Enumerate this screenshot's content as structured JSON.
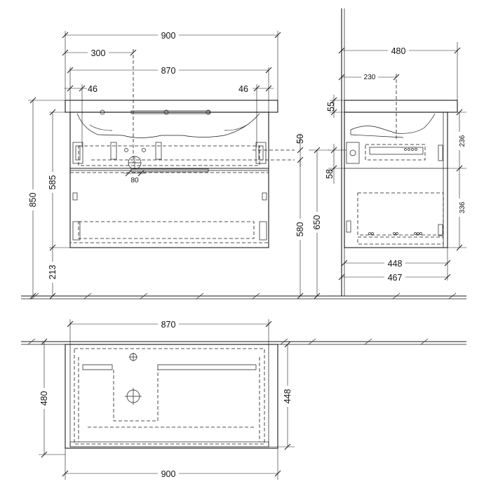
{
  "front_view": {
    "dim_overall_width": "900",
    "dim_drain_offset": "300",
    "dim_basin_width": "870",
    "dim_left_inset": "46",
    "dim_right_inset": "46",
    "dim_overall_height": "850",
    "dim_cabinet_height": "585",
    "dim_floor_clearance": "213",
    "dim_siphon_width": "80",
    "dim_drawer_gap": "50",
    "dim_mount_height_low": "580",
    "dim_mount_height_high": "650"
  },
  "side_view": {
    "dim_depth": "480",
    "dim_drain_depth": "230",
    "dim_top_thickness": "55",
    "dim_upper_drawer": "236",
    "dim_rail_offset": "58",
    "dim_lower_drawer": "336",
    "dim_drawer_depth": "448",
    "dim_cabinet_depth": "467"
  },
  "top_view": {
    "dim_basin_width": "870",
    "dim_depth": "480",
    "dim_inner_depth": "448",
    "dim_overall_width": "900"
  }
}
